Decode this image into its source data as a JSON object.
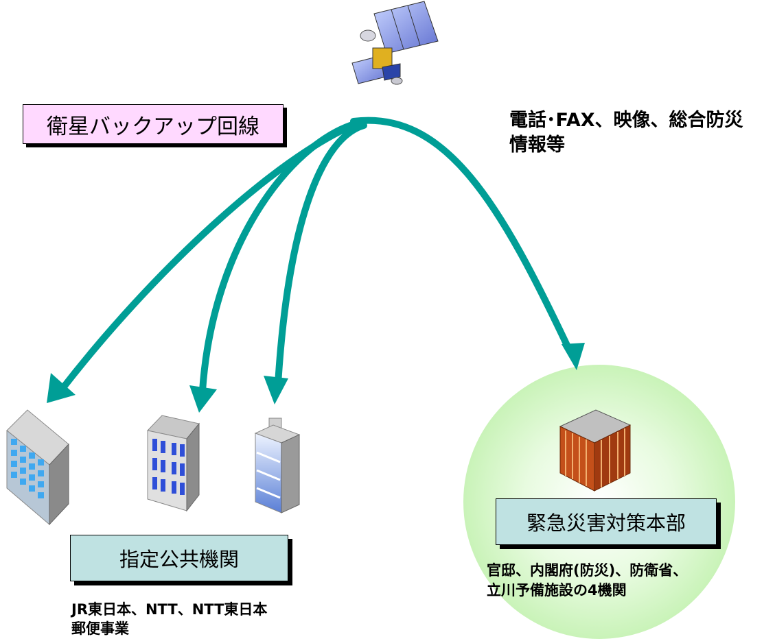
{
  "backup_line_label": "衛星バックアップ回線",
  "services_note": "電話･FAX、映像、総合防災\n情報等",
  "designated_agencies": {
    "label": "指定公共機関",
    "members": "JR東日本、NTT、NTT東日本\n郵便事業"
  },
  "emergency_hq": {
    "label": "緊急災害対策本部",
    "members": "官邸、内閣府(防災)、防衛省、\n立川予備施設の4機関"
  },
  "colors": {
    "arrow": "#009e96",
    "backup_box": "#ffd9ff",
    "label_box": "#bfe2e2",
    "hq_zone": "#d7f7cc"
  }
}
